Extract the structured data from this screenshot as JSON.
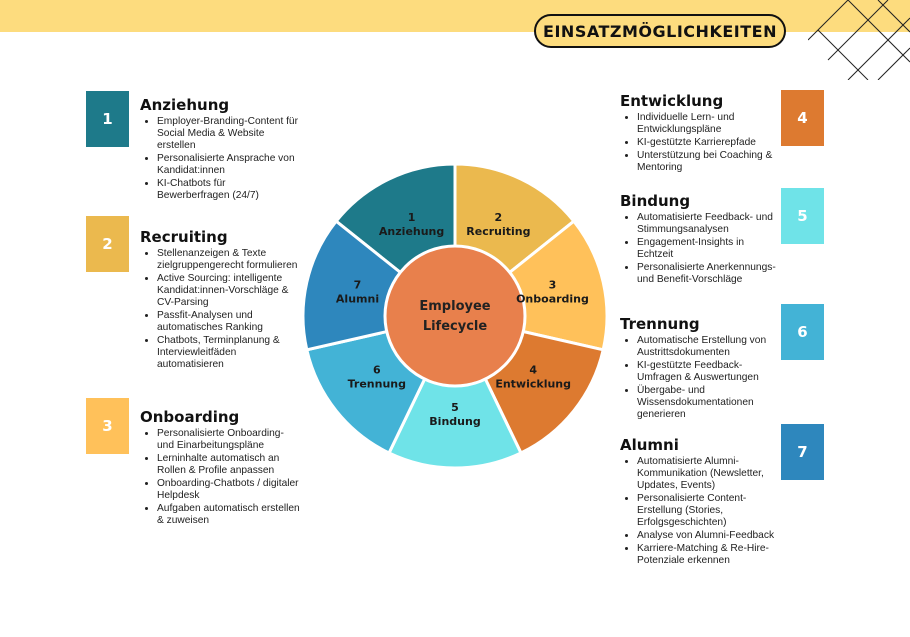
{
  "title": "EINSATZMÖGLICHKEITEN",
  "colors": {
    "band": "#fddc7e",
    "seg1": "#1e7a8a",
    "seg2": "#ebb94e",
    "seg3": "#ffc15a",
    "seg4": "#dd7a30",
    "seg5": "#6fe3e8",
    "seg6": "#43b3d6",
    "seg7": "#2e87bd",
    "center": "#e8804c"
  },
  "center": {
    "line1": "Employee",
    "line2": "Lifecycle"
  },
  "wheel": [
    {
      "num": "1",
      "label": "Anziehung"
    },
    {
      "num": "2",
      "label": "Recruiting"
    },
    {
      "num": "3",
      "label": "Onboarding"
    },
    {
      "num": "4",
      "label": "Entwicklung"
    },
    {
      "num": "5",
      "label": "Bindung"
    },
    {
      "num": "6",
      "label": "Trennung"
    },
    {
      "num": "7",
      "label": "Alumni"
    }
  ],
  "sections": [
    {
      "num": "1",
      "title": "Anziehung",
      "items": [
        "Employer-Branding-Content für Social Media & Website erstellen",
        "Personalisierte Ansprache von Kandidat:innen",
        "KI-Chatbots für Bewerberfragen (24/7)"
      ]
    },
    {
      "num": "2",
      "title": "Recruiting",
      "items": [
        "Stellenanzeigen & Texte zielgruppengerecht formulieren",
        "Active Sourcing: intelligente Kandidat:innen-Vorschläge & CV-Parsing",
        "Passfit-Analysen und automatisches Ranking",
        "Chatbots, Terminplanung & Interviewleitfäden automatisieren"
      ]
    },
    {
      "num": "3",
      "title": "Onboarding",
      "items": [
        "Personalisierte Onboarding- und Einarbeitungspläne",
        "Lerninhalte automatisch an Rollen & Profile anpassen",
        "Onboarding-Chatbots / digitaler Helpdesk",
        "Aufgaben automatisch erstellen & zuweisen"
      ]
    },
    {
      "num": "4",
      "title": "Entwicklung",
      "items": [
        "Individuelle Lern- und Entwicklungspläne",
        "KI-gestützte Karrierepfade",
        "Unterstützung bei Coaching & Mentoring"
      ]
    },
    {
      "num": "5",
      "title": "Bindung",
      "items": [
        "Automatisierte Feedback- und Stimmungsanalysen",
        "Engagement-Insights in Echtzeit",
        "Personalisierte Anerkennungs- und Benefit-Vorschläge"
      ]
    },
    {
      "num": "6",
      "title": "Trennung",
      "items": [
        "Automatische Erstellung von Austrittsdokumenten",
        "KI-gestützte Feedback-Umfragen & Auswertungen",
        "Übergabe- und Wissensdokumentationen generieren"
      ]
    },
    {
      "num": "7",
      "title": "Alumni",
      "items": [
        "Automatisierte Alumni-Kommunikation (Newsletter, Updates, Events)",
        "Personalisierte Content-Erstellung (Stories, Erfolgsgeschichten)",
        "Analyse von Alumni-Feedback",
        "Karriere-Matching & Re-Hire-Potenziale erkennen"
      ]
    }
  ]
}
